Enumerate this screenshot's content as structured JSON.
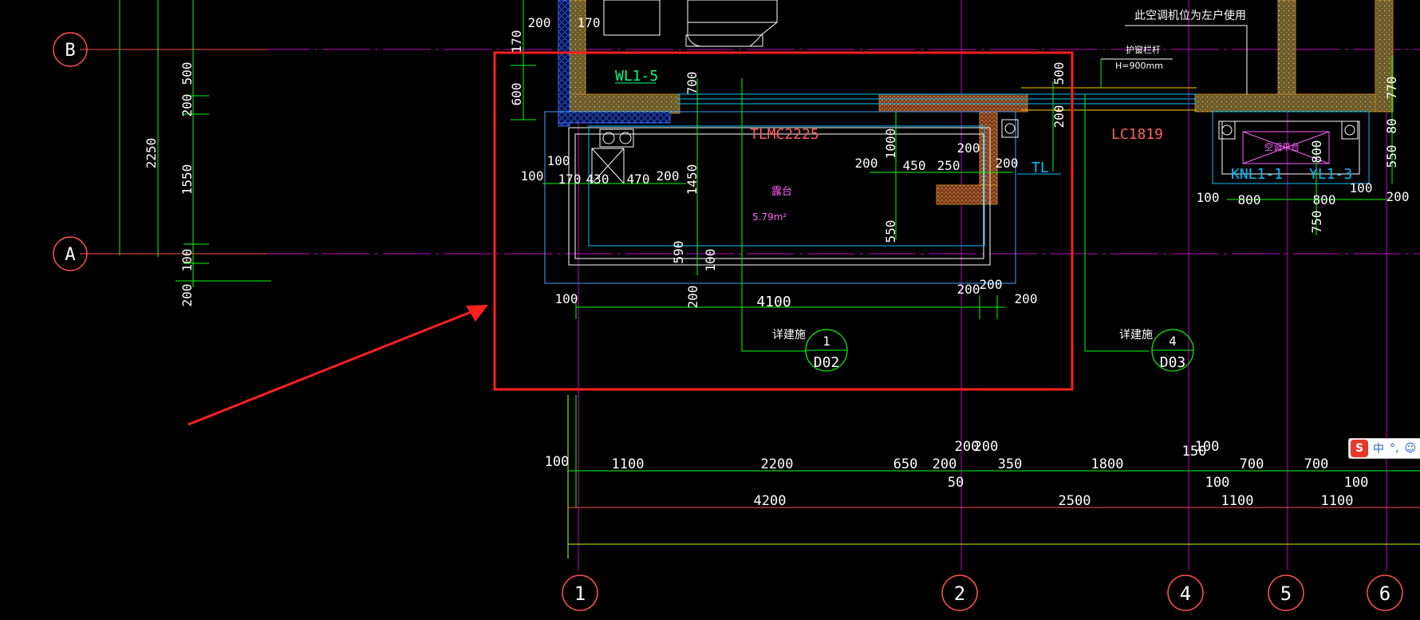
{
  "grid": {
    "rows": [
      "B",
      "A"
    ],
    "cols": [
      "1",
      "2",
      "4",
      "5",
      "6"
    ]
  },
  "rooms": {
    "balcony_name": "露台",
    "balcony_area": "5.79m²"
  },
  "tags": {
    "wl": "WL1-5",
    "door": "TLMC2225",
    "window": "LC1819",
    "tl": "TL",
    "knl": "KNL1-1",
    "yl": "YL1-3",
    "ac_note": "此空调机位为左户使用",
    "rail_note": "护窗栏杆",
    "rail_height": "H=900mm",
    "ac_pad": "空调平台"
  },
  "details": [
    {
      "label": "详建施",
      "num": "1",
      "sheet": "D02"
    },
    {
      "label": "详建施",
      "num": "4",
      "sheet": "D03"
    }
  ],
  "left_dims": {
    "total": "2250",
    "d500": "500",
    "d200": "200",
    "d1550": "1550",
    "d100": "100",
    "d200b": "200"
  },
  "dims_row1": [
    "1100",
    "2200",
    "650",
    "200",
    "200",
    "350",
    "1800",
    "150",
    "700",
    "700"
  ],
  "dims_row1_extra": [
    "100",
    "200",
    "50",
    "100",
    "100",
    "100"
  ],
  "dims_row2": [
    "4200",
    "2500",
    "1100",
    "1100"
  ],
  "plan_dims": {
    "d200t": "200",
    "d170t": "170",
    "d170l": "170",
    "d600": "600",
    "d700": "700",
    "d100a": "100",
    "d100b": "100",
    "d170": "170",
    "d430": "430",
    "d470": "470",
    "d200a": "200",
    "d1450": "1450",
    "d1000": "1000",
    "d200b": "200",
    "d450": "450",
    "d250": "250",
    "d200c": "200",
    "d200d": "200",
    "d550": "550",
    "d590": "590",
    "d100c": "100",
    "d100d": "100",
    "d200e": "200",
    "d4100": "4100",
    "d200f": "200",
    "d200g": "200",
    "d200h": "200",
    "d500r": "500",
    "d200r": "200",
    "d100r": "100",
    "d800a": "800",
    "d800b": "800",
    "d800c": "800",
    "d100s": "100",
    "d750": "750",
    "d770": "770",
    "d80": "80",
    "d550r": "550",
    "d200s": "200"
  },
  "ime": {
    "logo": "S",
    "lang": "中",
    "punct": "°,",
    "emoji": "☺"
  },
  "colors": {
    "background": "#000000",
    "axis_magenta": "#c000c0",
    "dim_green": "#00ff00",
    "wall_cyan": "#00bfff",
    "highlight_red": "#ff2020",
    "text_white": "#ffffff",
    "axis_label_red": "#ff5050",
    "tag_red": "#ff6060"
  }
}
